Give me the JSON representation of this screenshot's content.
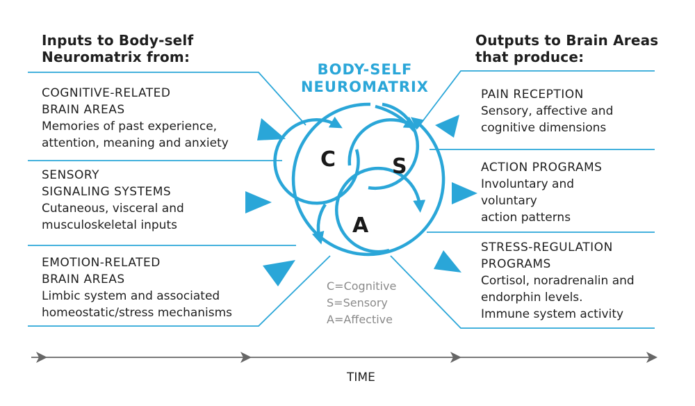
{
  "left_heading": {
    "line1": "Inputs to Body-self",
    "line2": "Neuromatrix from:"
  },
  "right_heading": {
    "line1": "Outputs to Brain Areas",
    "line2": "that produce:"
  },
  "center": {
    "title_line1": "BODY-SELF",
    "title_line2": "NEUROMATRIX",
    "letters": {
      "c": "C",
      "s": "S",
      "a": "A"
    },
    "legend": {
      "c": "C=Cognitive",
      "s": "S=Sensory",
      "a": "A=Affective"
    }
  },
  "inputs": [
    {
      "title": [
        "COGNITIVE-RELATED",
        "BRAIN AREAS"
      ],
      "body": [
        "Memories of past experience,",
        "attention, meaning and anxiety"
      ]
    },
    {
      "title": [
        "SENSORY",
        "SIGNALING SYSTEMS"
      ],
      "body": [
        "Cutaneous, visceral and",
        "musculoskeletal inputs"
      ]
    },
    {
      "title": [
        "EMOTION-RELATED",
        "BRAIN AREAS"
      ],
      "body": [
        "Limbic system and associated",
        "homeostatic/stress mechanisms"
      ]
    }
  ],
  "outputs": [
    {
      "title": [
        "PAIN RECEPTION"
      ],
      "body": [
        "Sensory, affective and",
        "cognitive dimensions"
      ]
    },
    {
      "title": [
        "ACTION PROGRAMS"
      ],
      "body": [
        "Involuntary and",
        "voluntary",
        "action patterns"
      ]
    },
    {
      "title": [
        "STRESS-REGULATION",
        "PROGRAMS"
      ],
      "body": [
        "Cortisol, noradrenalin and",
        "endorphin levels.",
        "Immune system activity"
      ]
    }
  ],
  "time_label": "TIME",
  "colors": {
    "accent": "#2aa6d8",
    "text": "#1e1e1e",
    "legend": "#8a8a8a",
    "timeline": "#666666"
  }
}
